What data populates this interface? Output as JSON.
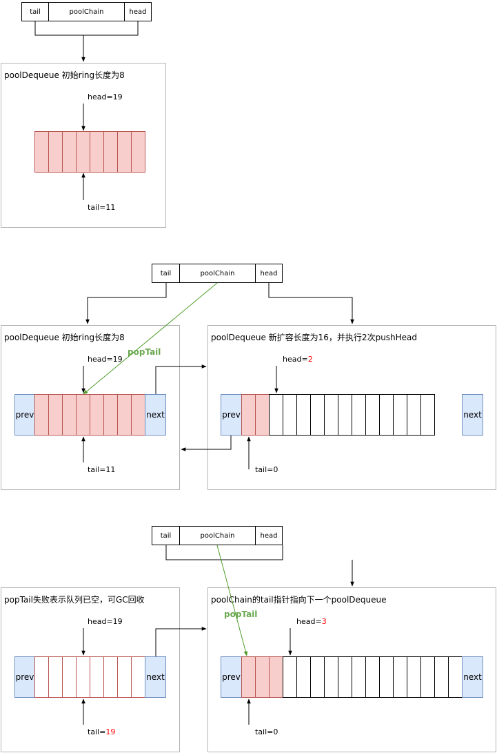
{
  "diagram_nodes": {
    "d1": {
      "chain": {
        "tail": "tail",
        "mid": "poolChain",
        "head": "head"
      },
      "box1": {
        "title": "poolDequeue 初始ring长度为8",
        "head_label": "head=19",
        "tail_label": "tail=11",
        "cells": 8
      }
    },
    "d2": {
      "chain": {
        "tail": "tail",
        "mid": "poolChain",
        "head": "head"
      },
      "box1": {
        "title": "poolDequeue 初始ring长度为8",
        "head_label": "head=19",
        "tail_label": "tail=11",
        "prev": "prev",
        "next": "next",
        "cells": 8
      },
      "box2": {
        "title": "poolDequeue 新扩容长度为16，并执行2次pushHead",
        "head_prefix": "head=",
        "head_value": "2",
        "tail_label": "tail=0",
        "prev": "prev",
        "next": "next",
        "cells": 14,
        "filled": 2
      },
      "pop_tail": "popTail"
    },
    "d3": {
      "chain": {
        "tail": "tail",
        "mid": "poolChain",
        "head": "head"
      },
      "box1": {
        "title": "popTail失败表示队列已空，可GC回收",
        "head_label": "head=19",
        "tail_prefix": "tail=",
        "tail_value": "19",
        "prev": "prev",
        "next": "next",
        "cells": 8
      },
      "box2": {
        "title": "poolChain的tail指针指向下一个poolDequeue",
        "head_prefix": "head=",
        "head_value": "3",
        "tail_label": "tail=0",
        "prev": "prev",
        "next": "next",
        "cells": 16,
        "filled": 3
      },
      "pop_tail": "popTail"
    }
  },
  "colors": {
    "queue_blue": "#dae8fc",
    "queue_blue_border": "#6c8ebf",
    "slot_red": "#f8cecc",
    "slot_red_border": "#b85450",
    "highlight_red": "#ff0000",
    "pop_green": "#6aa84f",
    "box_border": "#b3b3b3"
  }
}
